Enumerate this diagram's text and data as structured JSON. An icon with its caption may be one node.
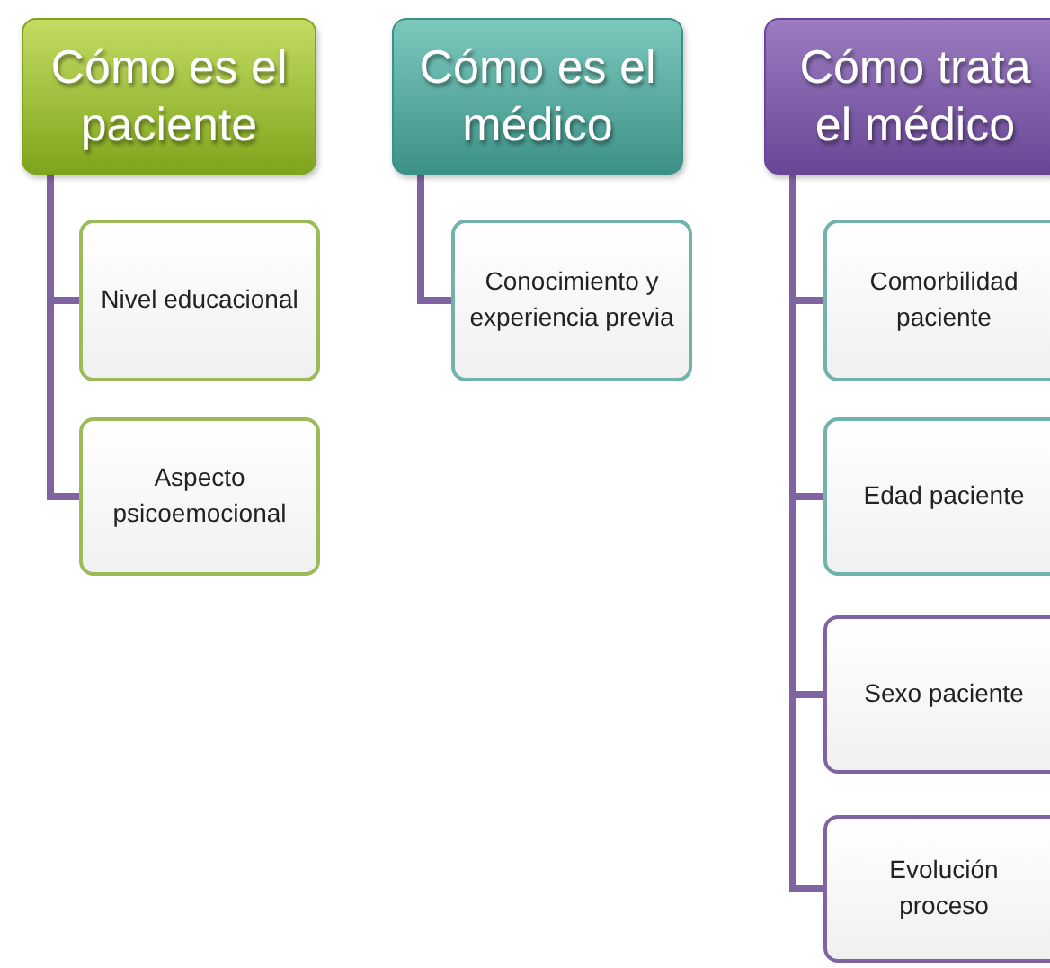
{
  "diagram": {
    "nodes": [
      {
        "text": [
          "Cómo es el paciente"
        ]
      },
      {
        "text": [
          "Nivel educacional"
        ]
      },
      {
        "text": [
          "Aspecto psicoemocional"
        ]
      },
      {
        "text": [
          "Cómo es el médico"
        ]
      },
      {
        "text": [
          "Conocimiento y experiencia previa"
        ]
      },
      {
        "text": [
          "Cómo trata el médico"
        ]
      },
      {
        "text": [
          "Comorbilidad paciente"
        ]
      },
      {
        "text": [
          "Edad paciente"
        ]
      },
      {
        "text": [
          "Sexo paciente"
        ]
      },
      {
        "text": [
          "Evolución proceso"
        ]
      }
    ],
    "edges": [
      {
        "from": 0,
        "to": 1,
        "arrow": "none"
      },
      {
        "from": 0,
        "to": 2,
        "arrow": "none"
      },
      {
        "from": 3,
        "to": 4,
        "arrow": "none"
      },
      {
        "from": 5,
        "to": 6,
        "arrow": "none"
      },
      {
        "from": 5,
        "to": 7,
        "arrow": "none"
      },
      {
        "from": 5,
        "to": 8,
        "arrow": "none"
      },
      {
        "from": 5,
        "to": 9,
        "arrow": "none"
      }
    ]
  }
}
